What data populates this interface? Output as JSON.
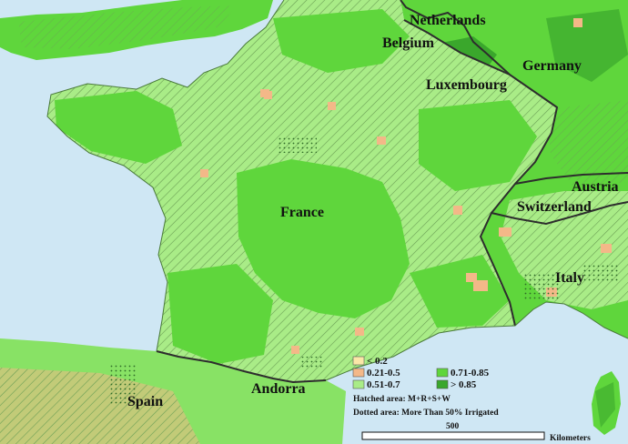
{
  "map": {
    "colors": {
      "sea": "#cfe7f4",
      "class_lt_0_2": "#fbe7a8",
      "class_0_21_0_5": "#f3b888",
      "class_0_51_0_7": "#a9ec87",
      "class_0_71_0_85": "#5fd63c",
      "class_gt_0_85": "#3aa72c",
      "border": "#2d2d2d",
      "hatch": "#6b9f55"
    },
    "labels": {
      "netherlands": "Netherlands",
      "belgium": "Belgium",
      "germany": "Germany",
      "luxembourg": "Luxembourg",
      "france": "France",
      "austria": "Austria",
      "switzerland": "Switzerland",
      "italy": "Italy",
      "andorra": "Andorra",
      "spain": "Spain"
    }
  },
  "legend": {
    "items": [
      {
        "label": "< 0.2",
        "color_key": "class_lt_0_2"
      },
      {
        "label": "0.21-0.5",
        "color_key": "class_0_21_0_5"
      },
      {
        "label": "0.51-0.7",
        "color_key": "class_0_51_0_7"
      },
      {
        "label": "0.71-0.85",
        "color_key": "class_0_71_0_85"
      },
      {
        "label": "> 0.85",
        "color_key": "class_gt_0_85"
      }
    ],
    "hatched_note": "Hatched area: M+R+S+W",
    "dotted_note": "Dotted area: More Than 50% Irrigated",
    "scale_value": "500",
    "scale_unit": "Kilometers"
  }
}
